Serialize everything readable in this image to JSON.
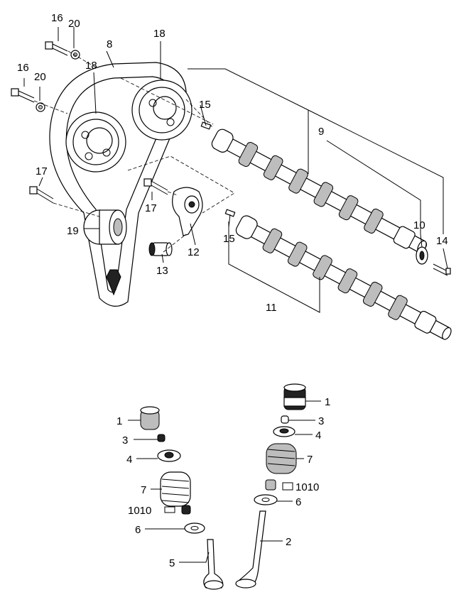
{
  "labels": {
    "bolt_top_16": "16",
    "washer_top_20": "20",
    "belt_8": "8",
    "sprocket_right_18": "18",
    "sprocket_left_18": "18",
    "bolt_left_16": "16",
    "washer_left_20": "20",
    "pin_upper_15": "15",
    "camshaft_9": "9",
    "bolt_17_left": "17",
    "bolt_17_mid": "17",
    "idler_19": "19",
    "tensioner_12": "12",
    "pin_lower_15": "15",
    "bushing_13": "13",
    "seal_10": "10",
    "bolt_14": "14",
    "camshaft_11": "11",
    "lifter_right_1": "1",
    "shim_right_3": "3",
    "retainer_right_4": "4",
    "spring_right_7": "7",
    "keeper_right_1010": "1010",
    "seat_right_6": "6",
    "valve_2": "2",
    "lifter_left_1": "1",
    "shim_left_3": "3",
    "retainer_left_4": "4",
    "spring_left_7": "7",
    "keeper_left_1010": "1010",
    "seat_left_6": "6",
    "valve_5": "5"
  },
  "colors": {
    "line": "#000000",
    "fill_light": "#ffffff",
    "fill_grey": "#bdbdbd",
    "fill_dark": "#222222"
  }
}
